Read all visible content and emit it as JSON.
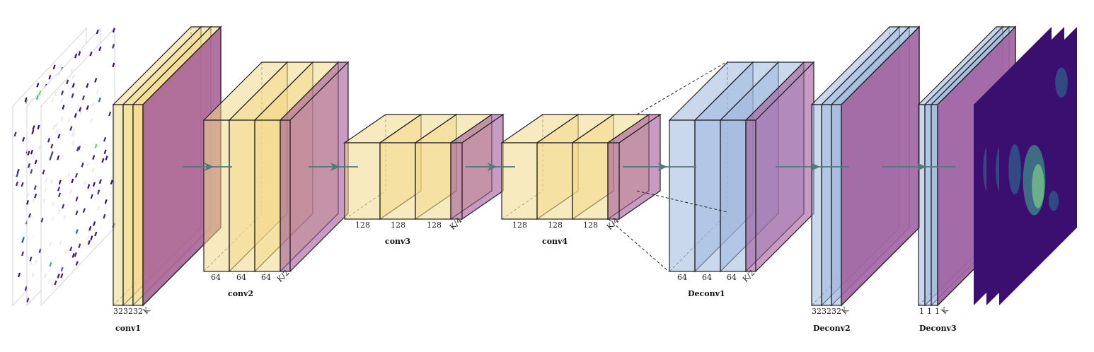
{
  "colors": {
    "conv": "#f3d98a",
    "conv_stroke": "#222222",
    "relu": "#a2599a",
    "deconv": "#9fb8de",
    "arrow": "#517a7a",
    "viridis_dark": "#3b0f70",
    "viridis_mid": "#3e8e8b",
    "viridis_light": "#79c68f"
  },
  "blocks": {
    "conv1": {
      "name": "conv1",
      "labels": [
        "32",
        "32",
        "32",
        "K"
      ]
    },
    "conv2": {
      "name": "conv2",
      "labels": [
        "64",
        "64",
        "64",
        "K/2"
      ]
    },
    "conv3": {
      "name": "conv3",
      "labels": [
        "128",
        "128",
        "128",
        "K/4"
      ]
    },
    "conv4": {
      "name": "conv4",
      "labels": [
        "128",
        "128",
        "128",
        "K/4"
      ]
    },
    "deconv1": {
      "name": "Deconv1",
      "labels": [
        "64",
        "64",
        "64",
        "K/2"
      ]
    },
    "deconv2": {
      "name": "Deconv2",
      "labels": [
        "32",
        "32",
        "32",
        "K"
      ]
    },
    "deconv3": {
      "name": "Deconv3",
      "labels": [
        "1",
        "1",
        "1",
        "K"
      ]
    }
  },
  "icons": {
    "input": "sparse-input-image-icon",
    "output": "heatmap-output-image-icon",
    "arrow": "arrow-right-icon"
  }
}
